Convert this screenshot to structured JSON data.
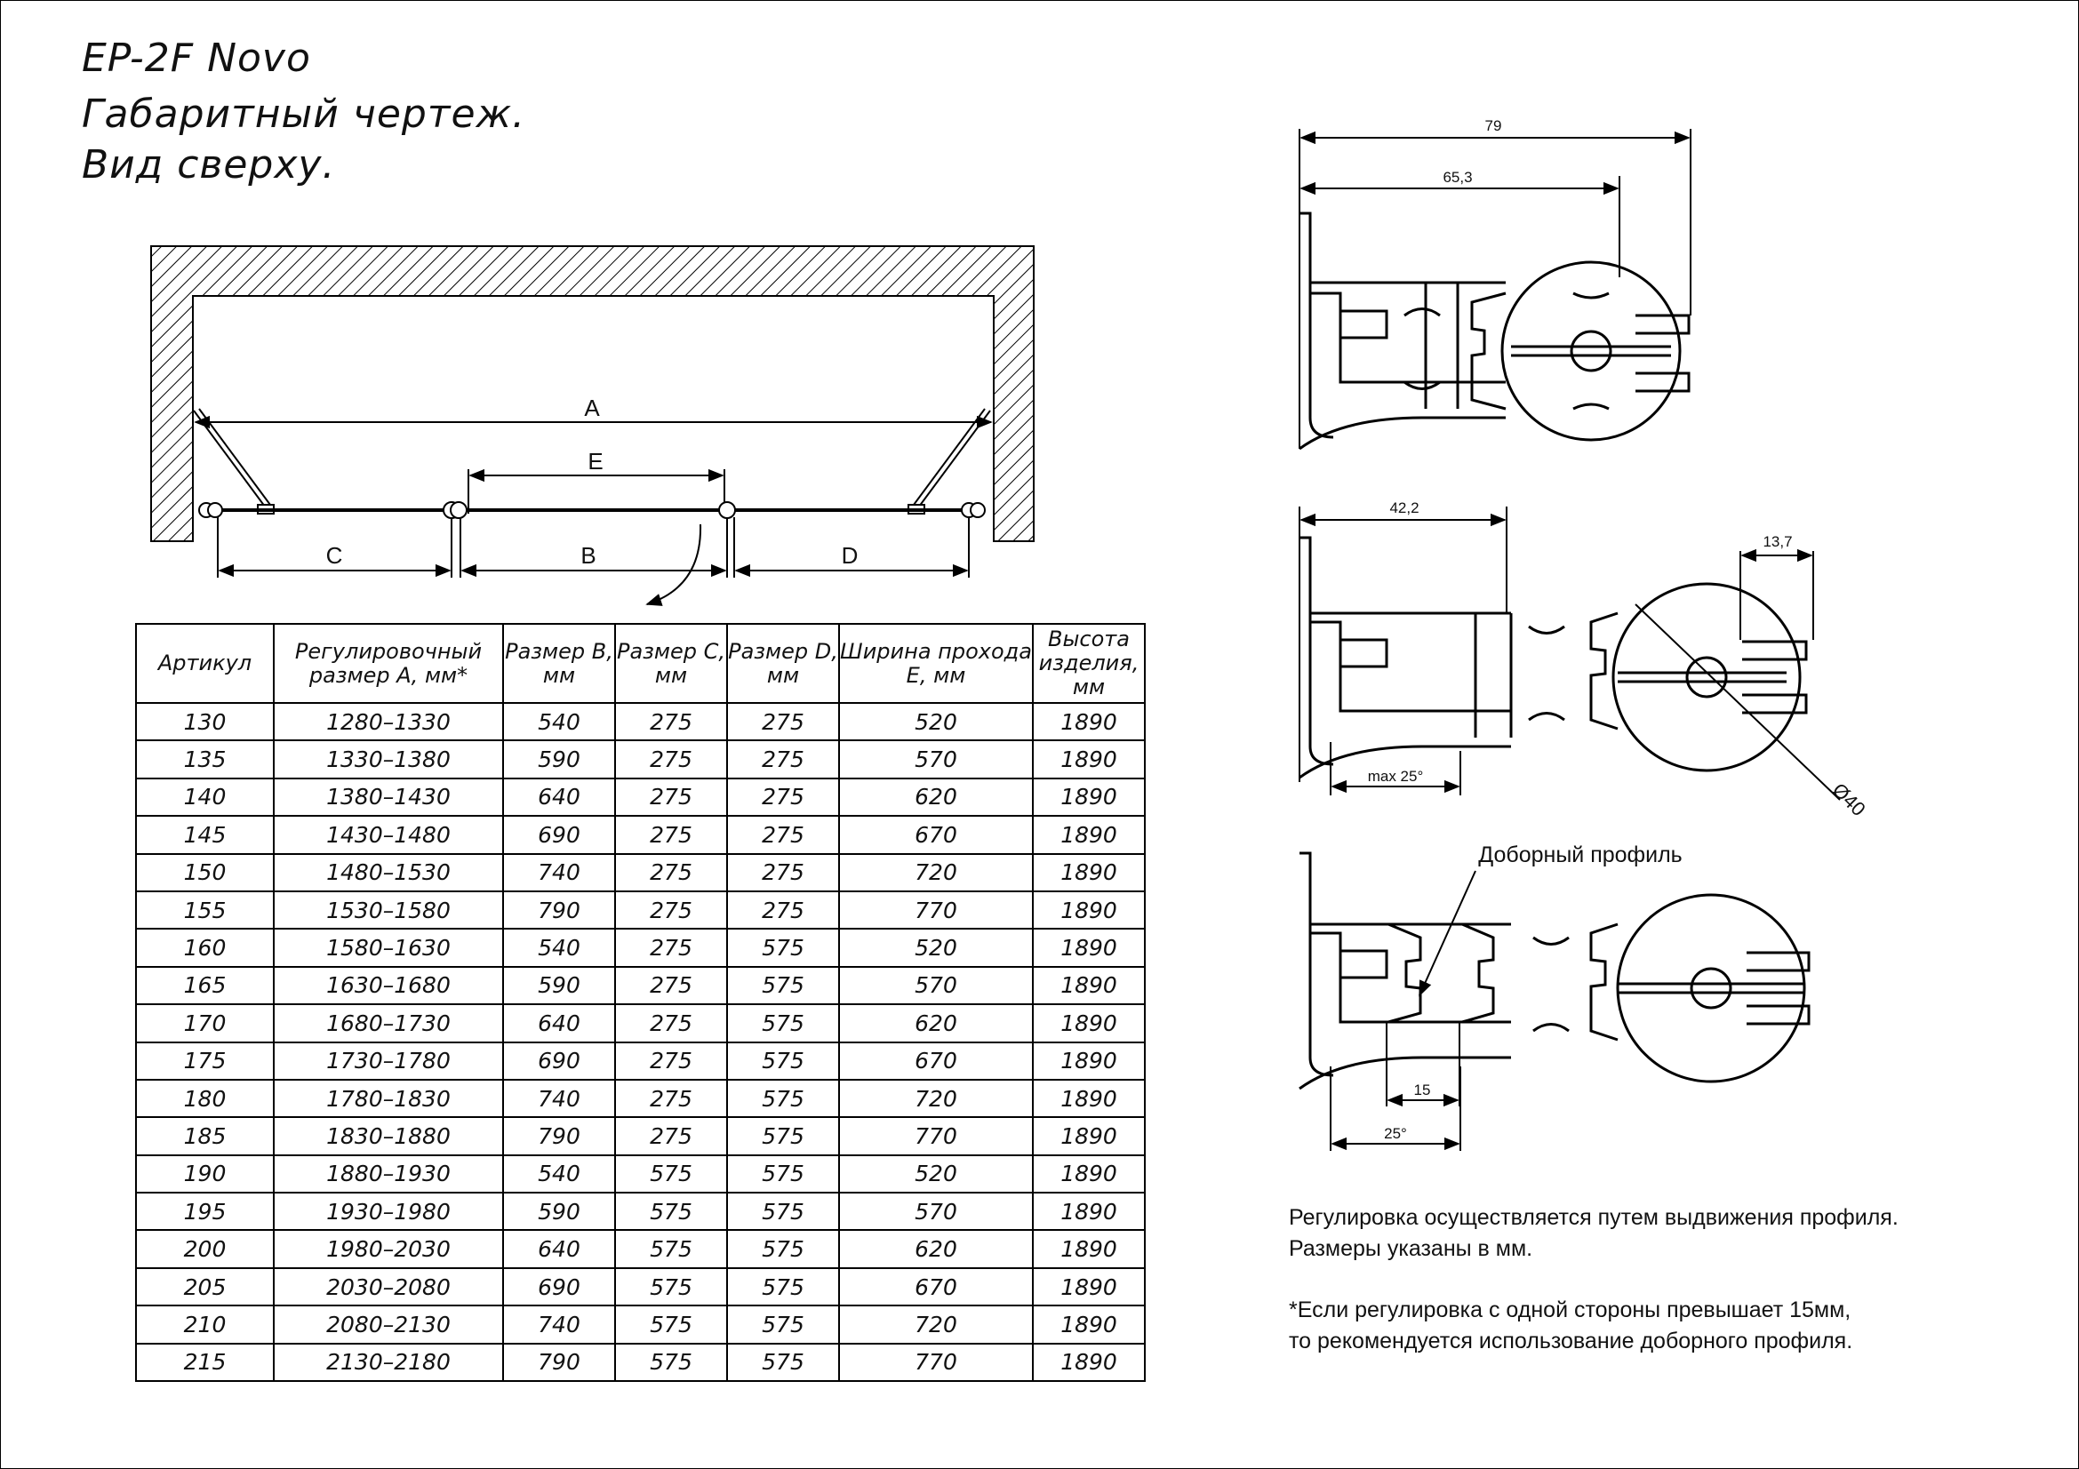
{
  "header": {
    "model": "EP-2F Novo",
    "subtitle1": "Габаритный чертеж.",
    "subtitle2": "Вид сверху."
  },
  "plan": {
    "label_a": "A",
    "label_e": "E",
    "label_b": "B",
    "label_c": "C",
    "label_d": "D"
  },
  "profiles": {
    "dim_79": "79",
    "dim_65_3": "65,3",
    "dim_42_2": "42,2",
    "dim_13_7": "13,7",
    "dim_max25": "max 25°",
    "dim_d40": "Ø40",
    "extra_profile_label": "Доборный профиль",
    "dim_15": "15",
    "dim_25": "25°"
  },
  "table": {
    "headers": [
      "Артикул",
      "Регулировочный размер А, мм*",
      "Размер В, мм",
      "Размер С, мм",
      "Размер D, мм",
      "Ширина прохода Е, мм",
      "Высота изделия, мм"
    ],
    "rows": [
      [
        "130",
        "1280–1330",
        "540",
        "275",
        "275",
        "520",
        "1890"
      ],
      [
        "135",
        "1330–1380",
        "590",
        "275",
        "275",
        "570",
        "1890"
      ],
      [
        "140",
        "1380–1430",
        "640",
        "275",
        "275",
        "620",
        "1890"
      ],
      [
        "145",
        "1430–1480",
        "690",
        "275",
        "275",
        "670",
        "1890"
      ],
      [
        "150",
        "1480–1530",
        "740",
        "275",
        "275",
        "720",
        "1890"
      ],
      [
        "155",
        "1530–1580",
        "790",
        "275",
        "275",
        "770",
        "1890"
      ],
      [
        "160",
        "1580–1630",
        "540",
        "275",
        "575",
        "520",
        "1890"
      ],
      [
        "165",
        "1630–1680",
        "590",
        "275",
        "575",
        "570",
        "1890"
      ],
      [
        "170",
        "1680–1730",
        "640",
        "275",
        "575",
        "620",
        "1890"
      ],
      [
        "175",
        "1730–1780",
        "690",
        "275",
        "575",
        "670",
        "1890"
      ],
      [
        "180",
        "1780–1830",
        "740",
        "275",
        "575",
        "720",
        "1890"
      ],
      [
        "185",
        "1830–1880",
        "790",
        "275",
        "575",
        "770",
        "1890"
      ],
      [
        "190",
        "1880–1930",
        "540",
        "575",
        "575",
        "520",
        "1890"
      ],
      [
        "195",
        "1930–1980",
        "590",
        "575",
        "575",
        "570",
        "1890"
      ],
      [
        "200",
        "1980–2030",
        "640",
        "575",
        "575",
        "620",
        "1890"
      ],
      [
        "205",
        "2030–2080",
        "690",
        "575",
        "575",
        "670",
        "1890"
      ],
      [
        "210",
        "2080–2130",
        "740",
        "575",
        "575",
        "720",
        "1890"
      ],
      [
        "215",
        "2130–2180",
        "790",
        "575",
        "575",
        "770",
        "1890"
      ]
    ]
  },
  "notes": {
    "line1": "Регулировка осуществляется путем выдвижения профиля.",
    "line2": "Размеры указаны в мм.",
    "line3": "*Если регулировка с одной стороны превышает 15мм,",
    "line4": "то рекомендуется использование доборного профиля."
  }
}
